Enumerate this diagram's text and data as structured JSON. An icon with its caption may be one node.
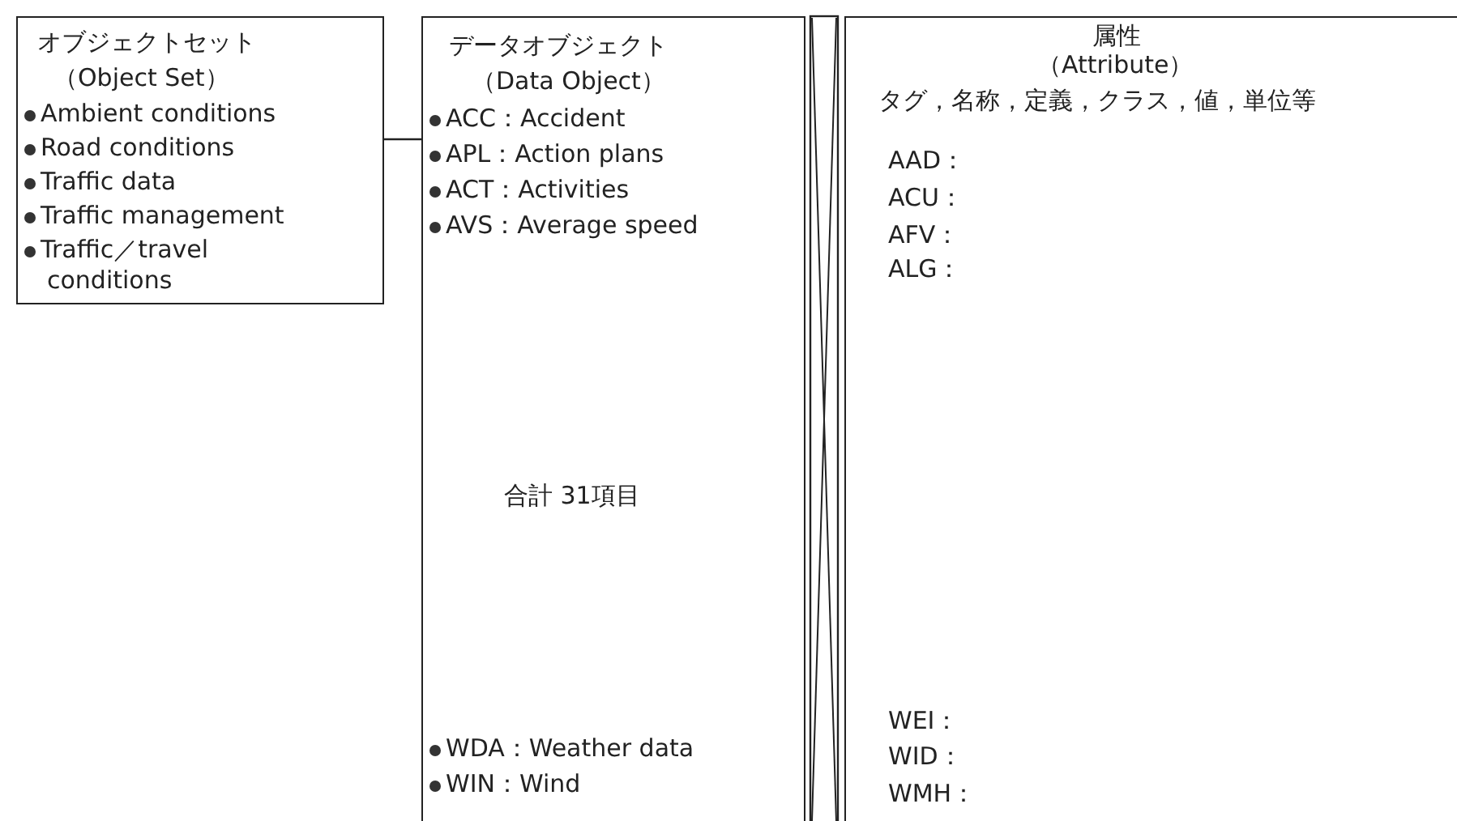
{
  "diagram": {
    "nodes": [
      {
        "text": [
          "オブジェクトセット",
          "（Object Set）",
          "Ambient conditions",
          "Road conditions",
          "Traffic data",
          "Traffic management",
          "Traffic／travel conditions"
        ]
      },
      {
        "text": [
          "データオブジェクト",
          "（Data Object）",
          "ACC：Accident",
          "APL：Action plans",
          "ACT：Activities",
          "AVS：Average speed",
          "合計 31項目",
          "WDA：Weather data",
          "WIN：Wind"
        ]
      },
      {
        "text": [
          "属性",
          "（Attribute）",
          "タグ，名称，定義，クラス，値，単位等",
          "AAD：",
          "ACU：",
          "AFV：",
          "ALG：",
          "WEI：",
          "WID：",
          "WMH："
        ]
      }
    ],
    "edges": [
      {
        "from": 0,
        "to": 1,
        "arrow": "none"
      }
    ]
  }
}
